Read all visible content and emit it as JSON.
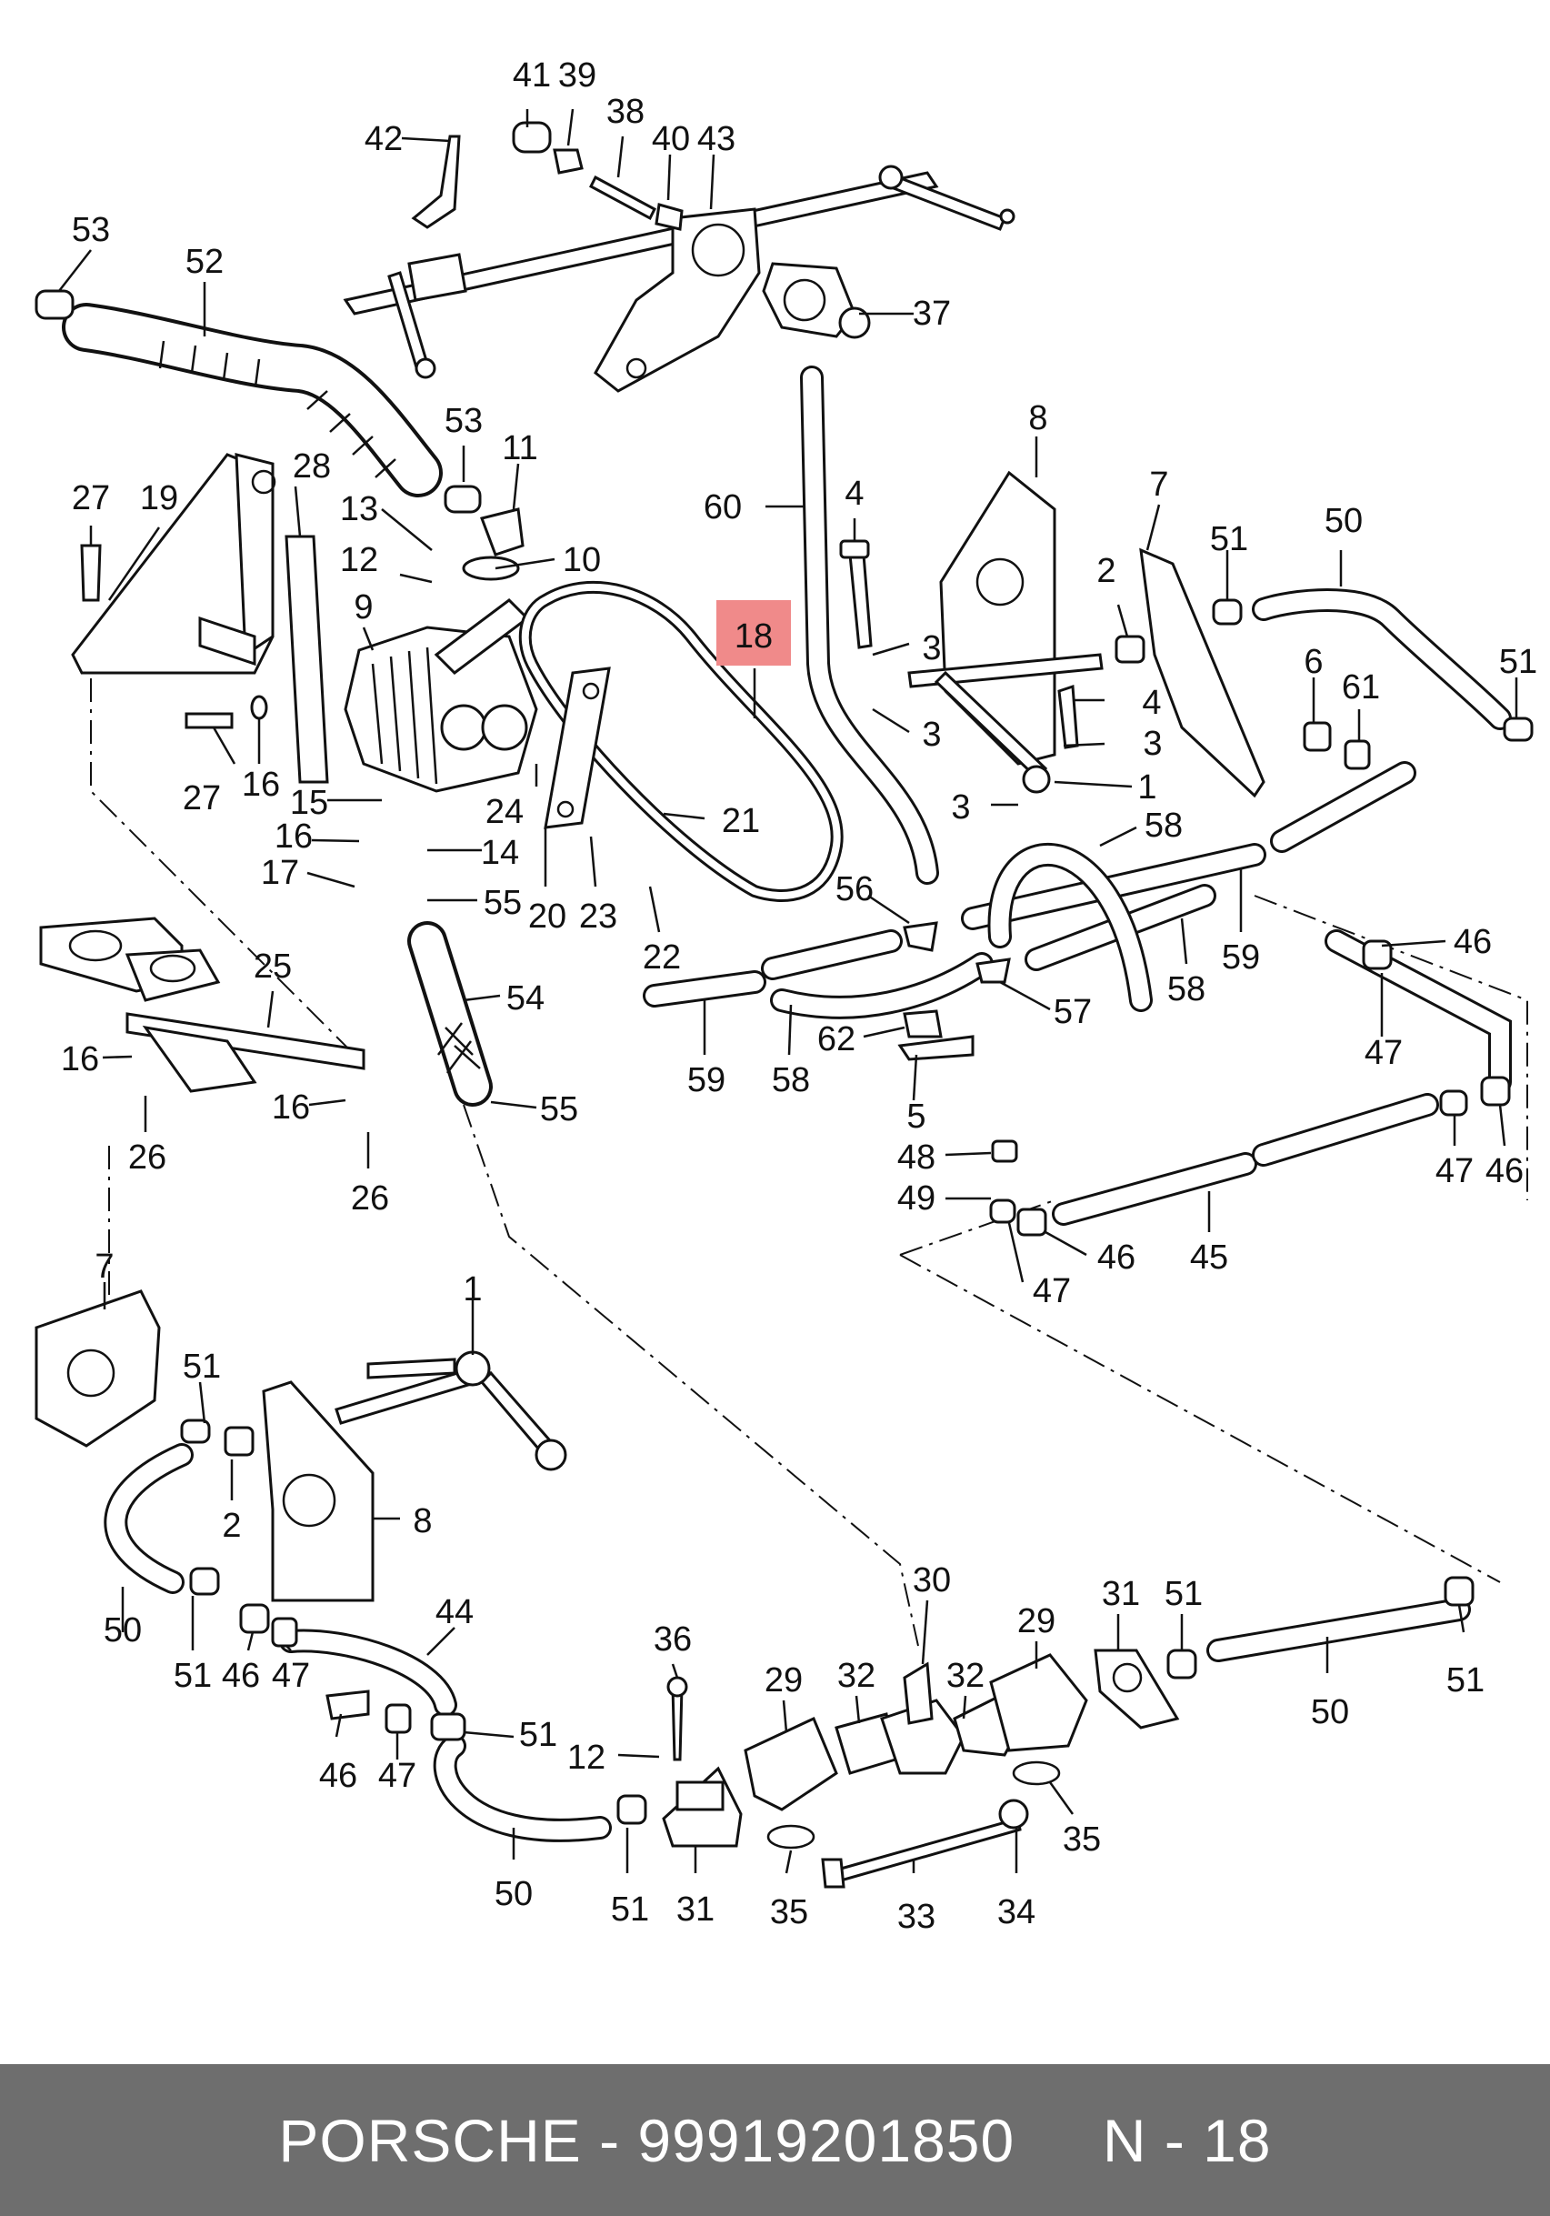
{
  "diagram": {
    "highlight_color": "#f08a8a",
    "labels": [
      {
        "id": "l41",
        "text": "41"
      },
      {
        "id": "l39",
        "text": "39"
      },
      {
        "id": "l38",
        "text": "38"
      },
      {
        "id": "l40",
        "text": "40"
      },
      {
        "id": "l43",
        "text": "43"
      },
      {
        "id": "l42",
        "text": "42"
      },
      {
        "id": "l53a",
        "text": "53"
      },
      {
        "id": "l52",
        "text": "52"
      },
      {
        "id": "l37",
        "text": "37"
      },
      {
        "id": "l53b",
        "text": "53"
      },
      {
        "id": "l11",
        "text": "11"
      },
      {
        "id": "l60",
        "text": "60"
      },
      {
        "id": "l8a",
        "text": "8"
      },
      {
        "id": "l27a",
        "text": "27"
      },
      {
        "id": "l19",
        "text": "19"
      },
      {
        "id": "l28",
        "text": "28"
      },
      {
        "id": "l13",
        "text": "13"
      },
      {
        "id": "l10",
        "text": "10"
      },
      {
        "id": "l4a",
        "text": "4"
      },
      {
        "id": "l7a",
        "text": "7"
      },
      {
        "id": "l51a",
        "text": "51"
      },
      {
        "id": "l50a",
        "text": "50"
      },
      {
        "id": "l12a",
        "text": "12"
      },
      {
        "id": "l2a",
        "text": "2"
      },
      {
        "id": "l9",
        "text": "9"
      },
      {
        "id": "l18",
        "text": "18"
      },
      {
        "id": "l3a",
        "text": "3"
      },
      {
        "id": "l6",
        "text": "6"
      },
      {
        "id": "l61",
        "text": "61"
      },
      {
        "id": "l51b",
        "text": "51"
      },
      {
        "id": "l4b",
        "text": "4"
      },
      {
        "id": "l3b",
        "text": "3"
      },
      {
        "id": "l3c",
        "text": "3"
      },
      {
        "id": "l27b",
        "text": "27"
      },
      {
        "id": "l16a",
        "text": "16"
      },
      {
        "id": "l1a",
        "text": "1"
      },
      {
        "id": "l15",
        "text": "15"
      },
      {
        "id": "l24",
        "text": "24"
      },
      {
        "id": "l21",
        "text": "21"
      },
      {
        "id": "l3d",
        "text": "3"
      },
      {
        "id": "l58a",
        "text": "58"
      },
      {
        "id": "l16b",
        "text": "16"
      },
      {
        "id": "l14",
        "text": "14"
      },
      {
        "id": "l17",
        "text": "17"
      },
      {
        "id": "l55a",
        "text": "55"
      },
      {
        "id": "l20",
        "text": "20"
      },
      {
        "id": "l23",
        "text": "23"
      },
      {
        "id": "l56",
        "text": "56"
      },
      {
        "id": "l59a",
        "text": "59"
      },
      {
        "id": "l46a",
        "text": "46"
      },
      {
        "id": "l25",
        "text": "25"
      },
      {
        "id": "l22",
        "text": "22"
      },
      {
        "id": "l58b",
        "text": "58"
      },
      {
        "id": "l54",
        "text": "54"
      },
      {
        "id": "l57",
        "text": "57"
      },
      {
        "id": "l62",
        "text": "62"
      },
      {
        "id": "l47a",
        "text": "47"
      },
      {
        "id": "l16c",
        "text": "16"
      },
      {
        "id": "l59b",
        "text": "59"
      },
      {
        "id": "l58c",
        "text": "58"
      },
      {
        "id": "l5",
        "text": "5"
      },
      {
        "id": "l16d",
        "text": "16"
      },
      {
        "id": "l55b",
        "text": "55"
      },
      {
        "id": "l26a",
        "text": "26"
      },
      {
        "id": "l26b",
        "text": "26"
      },
      {
        "id": "l48",
        "text": "48"
      },
      {
        "id": "l47b",
        "text": "47"
      },
      {
        "id": "l46b",
        "text": "46"
      },
      {
        "id": "l49",
        "text": "49"
      },
      {
        "id": "l46c",
        "text": "46"
      },
      {
        "id": "l45",
        "text": "45"
      },
      {
        "id": "l47c",
        "text": "47"
      },
      {
        "id": "l7b",
        "text": "7"
      },
      {
        "id": "l1b",
        "text": "1"
      },
      {
        "id": "l51c",
        "text": "51"
      },
      {
        "id": "l8b",
        "text": "8"
      },
      {
        "id": "l2b",
        "text": "2"
      },
      {
        "id": "l44",
        "text": "44"
      },
      {
        "id": "l30",
        "text": "30"
      },
      {
        "id": "l31a",
        "text": "31"
      },
      {
        "id": "l51d",
        "text": "51"
      },
      {
        "id": "l50b",
        "text": "50"
      },
      {
        "id": "l51e",
        "text": "51"
      },
      {
        "id": "l46d",
        "text": "46"
      },
      {
        "id": "l47d",
        "text": "47"
      },
      {
        "id": "l36",
        "text": "36"
      },
      {
        "id": "l29a",
        "text": "29"
      },
      {
        "id": "l32a",
        "text": "32"
      },
      {
        "id": "l32b",
        "text": "32"
      },
      {
        "id": "l29b",
        "text": "29"
      },
      {
        "id": "l50c",
        "text": "50"
      },
      {
        "id": "l51f",
        "text": "51"
      },
      {
        "id": "l51g",
        "text": "51"
      },
      {
        "id": "l46e",
        "text": "46"
      },
      {
        "id": "l47e",
        "text": "47"
      },
      {
        "id": "l12b",
        "text": "12"
      },
      {
        "id": "l35a",
        "text": "35"
      },
      {
        "id": "l50d",
        "text": "50"
      },
      {
        "id": "l51h",
        "text": "51"
      },
      {
        "id": "l31b",
        "text": "31"
      },
      {
        "id": "l35b",
        "text": "35"
      },
      {
        "id": "l33",
        "text": "33"
      },
      {
        "id": "l34",
        "text": "34"
      }
    ]
  },
  "footer": {
    "brand": "PORSCHE",
    "part_number": "99919201850",
    "page_ref": "N - 18",
    "text": "PORSCHE - 99919201850     N - 18"
  }
}
